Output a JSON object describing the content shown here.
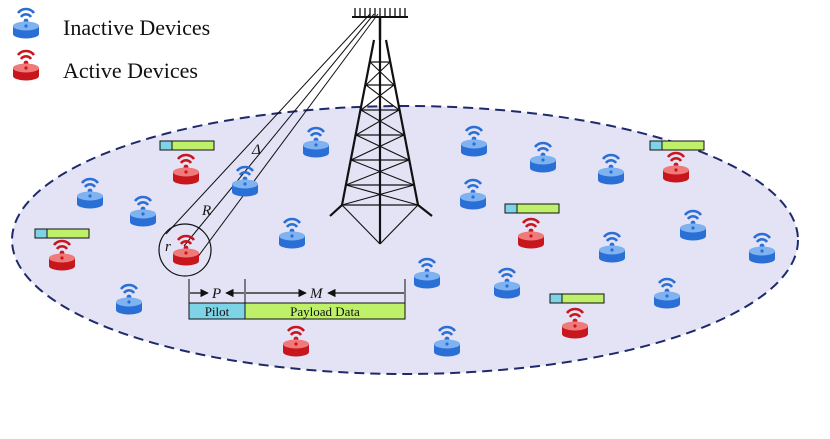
{
  "legend": {
    "inactive_label": "Inactive Devices",
    "active_label": "Active Devices"
  },
  "symbols": {
    "delta": "Δ",
    "R": "R",
    "r": "r",
    "P": "P",
    "M": "M"
  },
  "frame": {
    "pilot_label": "Pilot",
    "payload_label": "Payload Data"
  },
  "colors": {
    "inactive": "#2a6fd6",
    "active": "#c8161d",
    "cell_fill": "#e3e3f5",
    "cell_border": "#1f2a6b",
    "pilot": "#7fd3e6",
    "payload": "#bff06a"
  }
}
